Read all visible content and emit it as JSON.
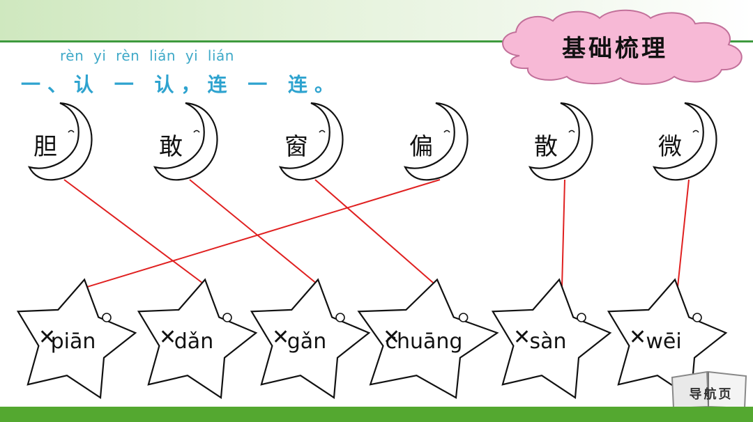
{
  "header": {
    "badge": "基础梳理",
    "pinyin": "rèn  yi  rèn  lián  yi  lián",
    "instruction": "一、认 一 认，连 一 连。"
  },
  "characters": [
    "胆",
    "敢",
    "窗",
    "偏",
    "散",
    "微"
  ],
  "pinyin_options": [
    "piān",
    "dǎn",
    "gǎn",
    "chuāng",
    "sàn",
    "wēi"
  ],
  "connections": [
    {
      "from": "胆",
      "to": "dǎn"
    },
    {
      "from": "敢",
      "to": "gǎn"
    },
    {
      "from": "窗",
      "to": "chuāng"
    },
    {
      "from": "偏",
      "to": "piān"
    },
    {
      "from": "散",
      "to": "sàn"
    },
    {
      "from": "微",
      "to": "wēi"
    }
  ],
  "footer": {
    "nav_label": "导航页"
  },
  "colors": {
    "accent_blue": "#2ea3cf",
    "line_red": "#e02020",
    "cloud_pink": "#f7b9d6",
    "bottom_green": "#54a830"
  }
}
